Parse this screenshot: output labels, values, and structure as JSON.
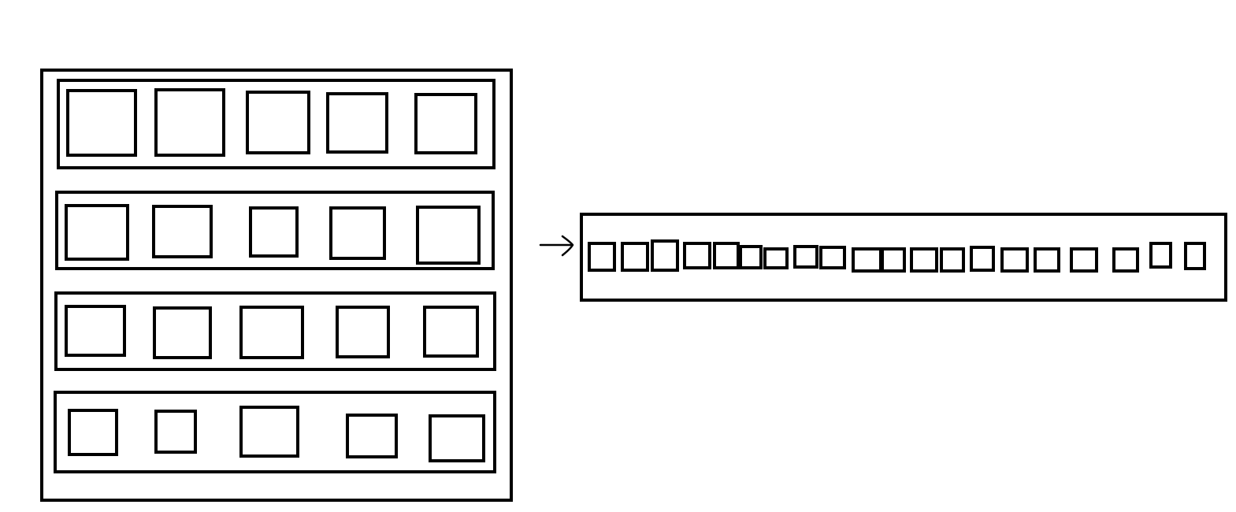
{
  "diagram": {
    "grid": {
      "rows": [
        {
          "row": 1,
          "cells": 5
        },
        {
          "row": 2,
          "cells": 5
        },
        {
          "row": 3,
          "cells": 5
        },
        {
          "row": 4,
          "cells": 5
        }
      ]
    },
    "flattened_row": {
      "cells": 20
    },
    "connector": {
      "direction": "right"
    },
    "colors": {
      "stroke": "#000000",
      "background": "#ffffff"
    },
    "icons": {
      "connector": "arrow-right-icon"
    }
  }
}
